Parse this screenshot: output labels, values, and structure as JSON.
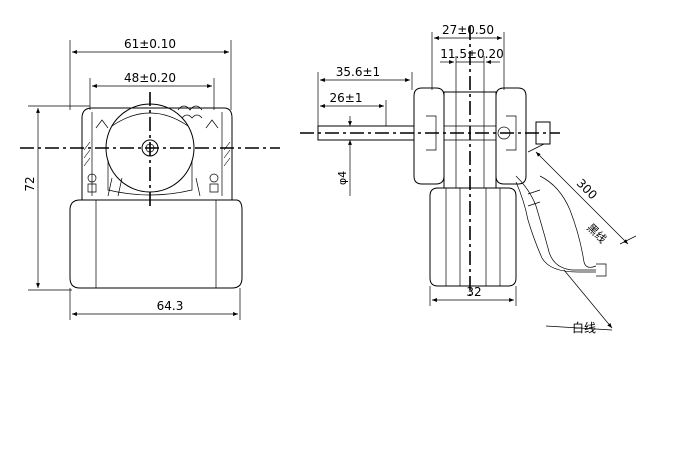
{
  "dimensions": {
    "front_width_top": "61±0.10",
    "front_width_mid": "48±0.20",
    "front_height": "72",
    "front_width_bottom": "64.3",
    "side_width_top": "27±0.50",
    "side_width_inner": "11.5±0.20",
    "shaft_length_long": "35.6±1",
    "shaft_length_short": "26±1",
    "shaft_diameter": "φ4",
    "side_width_bottom": "32",
    "lead_length": "300"
  },
  "labels": {
    "black_wire": "黑线",
    "white_wire": "白线"
  }
}
